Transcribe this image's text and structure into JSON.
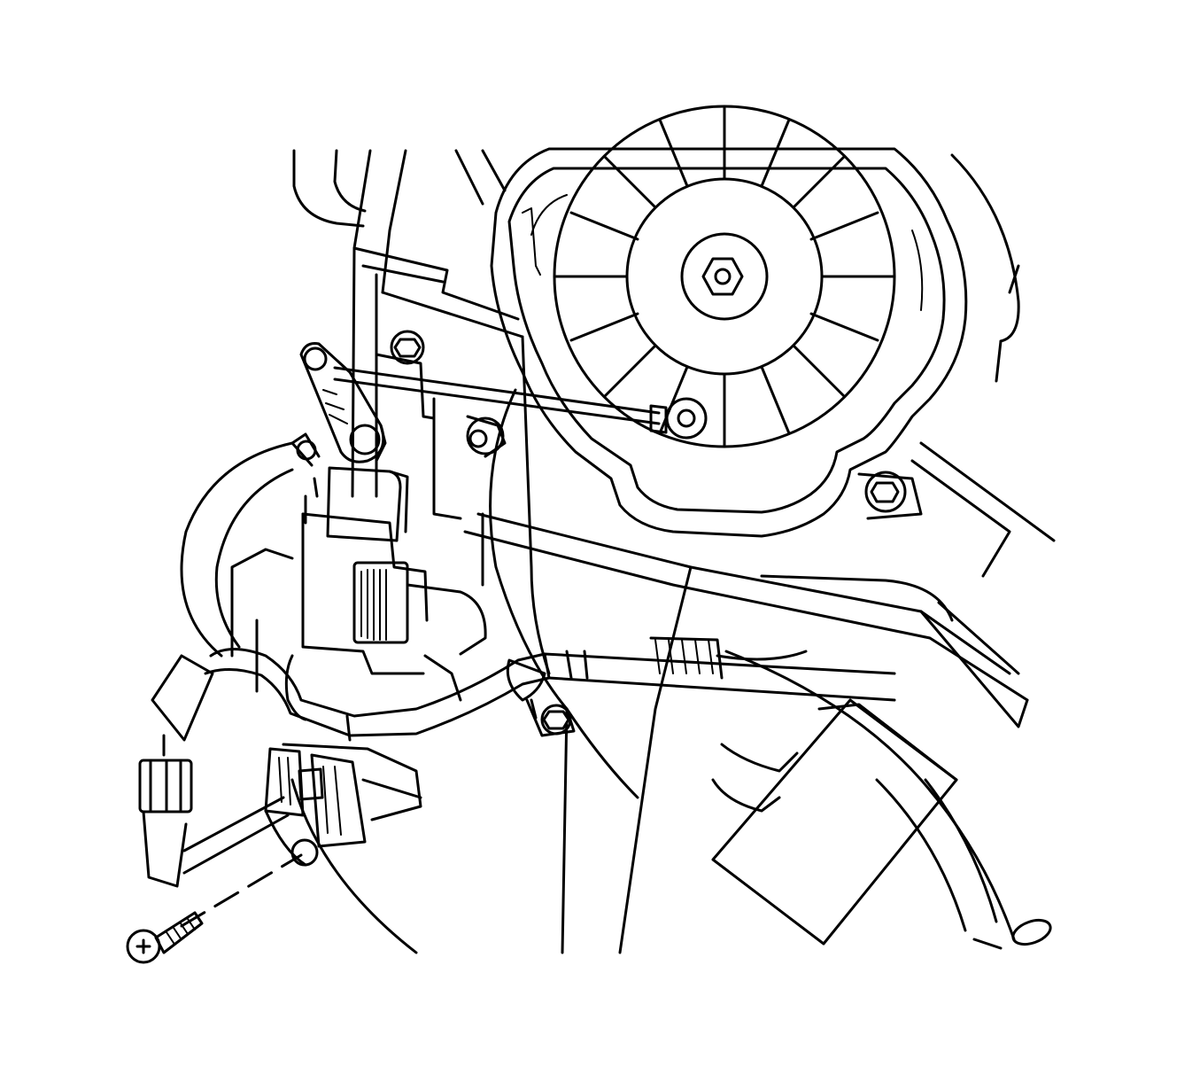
{
  "figure": {
    "colors": {
      "ink": "#000000",
      "paper": "#ffffff"
    },
    "parts": [
      {
        "id": "blower-motor-housing",
        "icon": "blower-wheel-icon"
      },
      {
        "id": "actuator-link-rod",
        "icon": "link-rod-icon"
      },
      {
        "id": "mode-actuator",
        "icon": "actuator-icon"
      },
      {
        "id": "wiring-harness",
        "icon": "wiring-harness-icon"
      },
      {
        "id": "harness-connector",
        "icon": "connector-icon"
      },
      {
        "id": "harness-clip",
        "icon": "clip-icon"
      },
      {
        "id": "mounting-screw",
        "icon": "screw-icon"
      },
      {
        "id": "heater-hose",
        "icon": "hose-icon"
      }
    ]
  }
}
